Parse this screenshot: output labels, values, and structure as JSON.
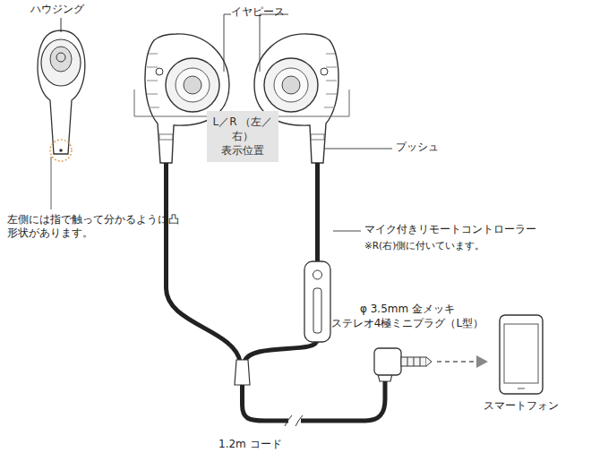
{
  "diagram": {
    "nodes": [
      {
        "text": [
          "L／R （左／右） 表示位置"
        ]
      }
    ],
    "labels": [
      "ハウジング",
      "イヤピース",
      "左側には指で触って分かるように凸形状があります。",
      "プッシュ",
      "マイク付きリモートコントローラー",
      "※R(右)側に付いています。",
      "φ 3.5mm 金メッキ ステレオ4極ミニプラグ（L型）",
      "スマートフォン",
      "1.2m コード"
    ]
  }
}
